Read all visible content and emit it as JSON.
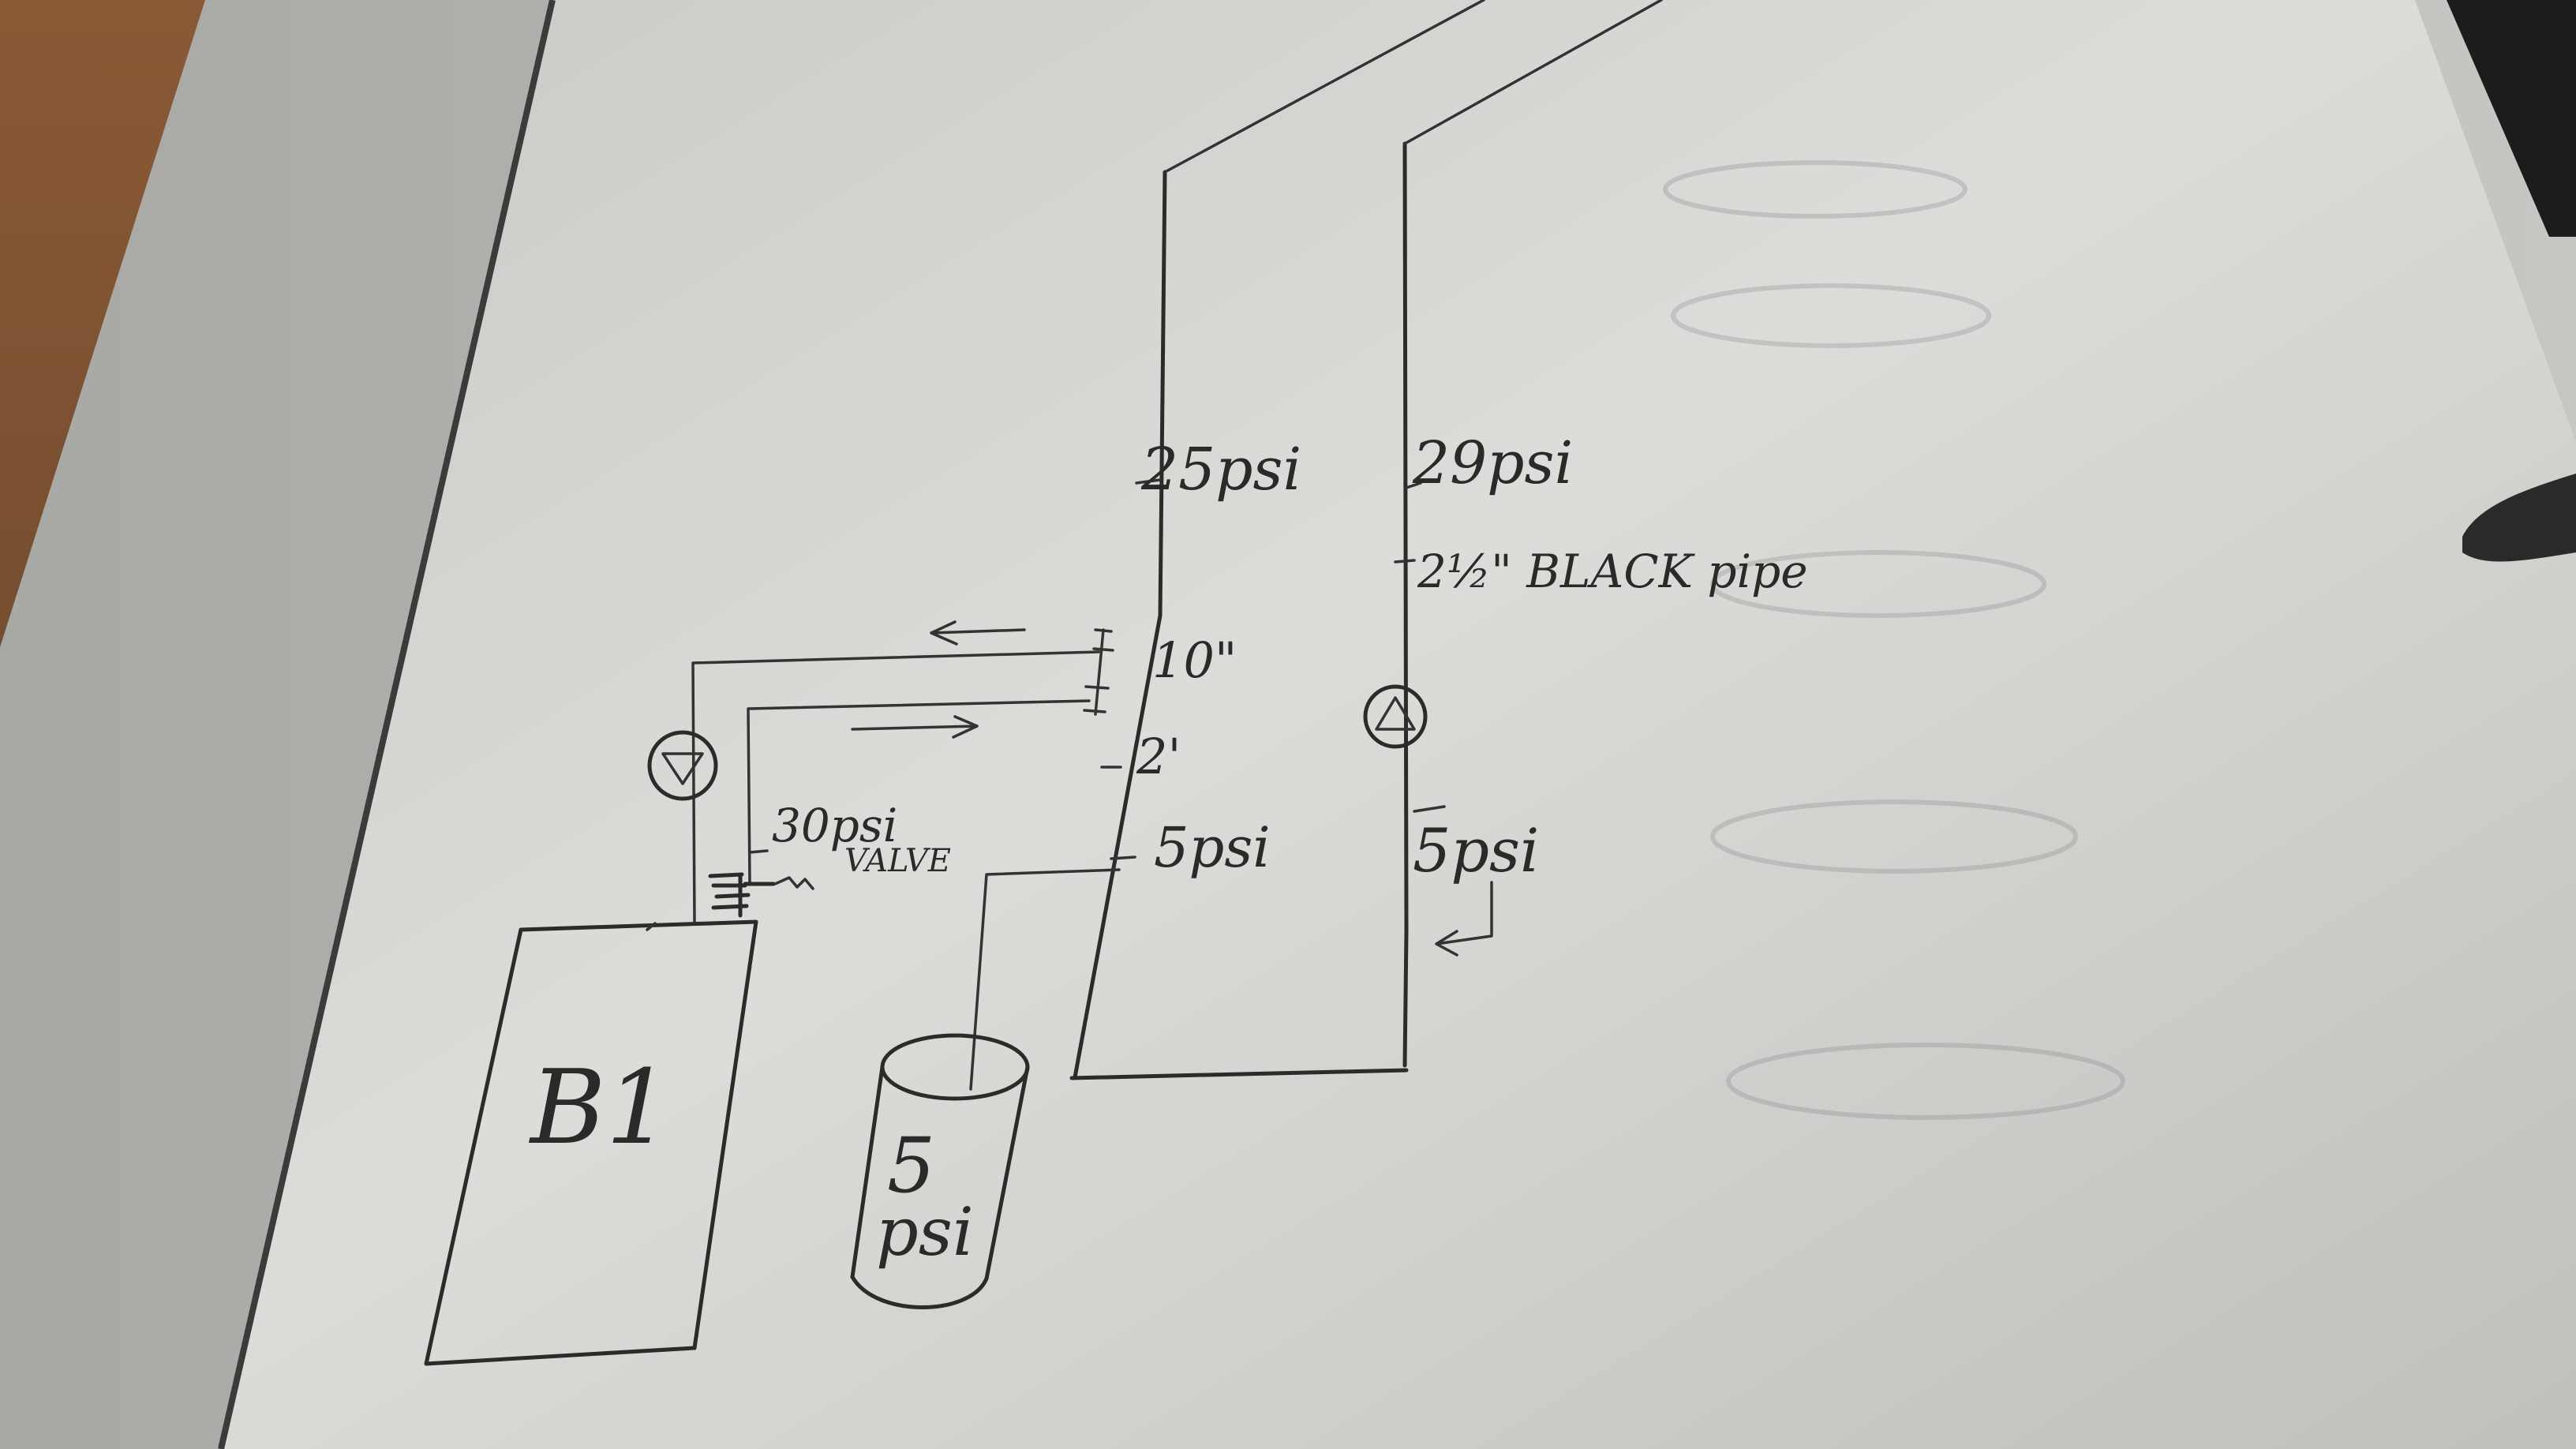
{
  "sketch": {
    "boiler_label": "B1",
    "tank_label_line1": "5",
    "tank_label_line2": "psi",
    "valve_pressure": "30psi",
    "valve_text": "VALVE",
    "left_pipe_pressure": "25psi",
    "right_pipe_pressure": "29psi",
    "pipe_spec": "2½\" BLACK pipe",
    "tee_spacing": "10\"",
    "tee_distance": "2'",
    "expansion_connection_pressure": "5psi",
    "right_low_pressure": "5psi"
  },
  "colors": {
    "paper": "#d9dad6",
    "paper_shadow": "#a9aaa6",
    "desk": "#6b4a33",
    "ink": "#2b2b2b"
  }
}
